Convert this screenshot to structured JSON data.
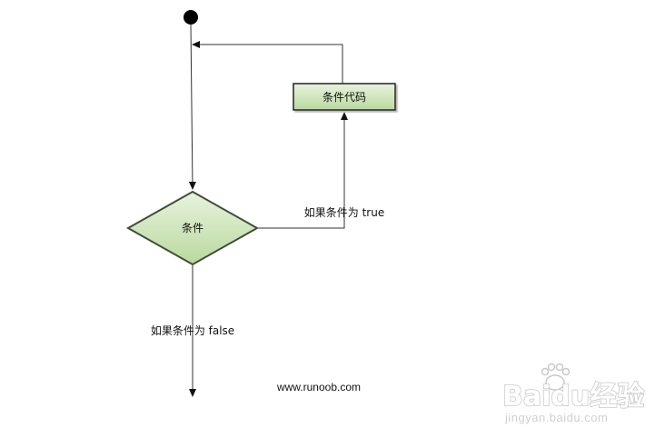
{
  "flowchart": {
    "nodes": {
      "start": {
        "shape": "filled-circle"
      },
      "condition": {
        "label": "条件",
        "shape": "diamond"
      },
      "conditional_code": {
        "label": "条件代码",
        "shape": "rectangle"
      }
    },
    "edges": {
      "true_branch": {
        "label": "如果条件为 true"
      },
      "false_branch": {
        "label": "如果条件为 false"
      }
    },
    "colors": {
      "node_fill_light": "#e8f3dd",
      "node_fill_dark": "#b9d99f",
      "node_stroke": "#3e4f3a",
      "line": "#333333"
    }
  },
  "footer": {
    "site": "www.runoob.com"
  },
  "watermark": {
    "brand": "Baidu经验",
    "url": "jingyan.baidu.com"
  }
}
